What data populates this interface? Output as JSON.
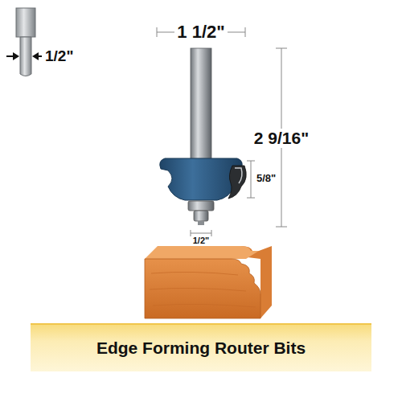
{
  "diagram": {
    "nodes": [
      {
        "text": [
          "Edge Forming Router Bits"
        ]
      }
    ],
    "labels": [
      "1/2\"",
      "1 1/2\"",
      "2 9/16\"",
      "5/8\"",
      "1/2\""
    ]
  }
}
